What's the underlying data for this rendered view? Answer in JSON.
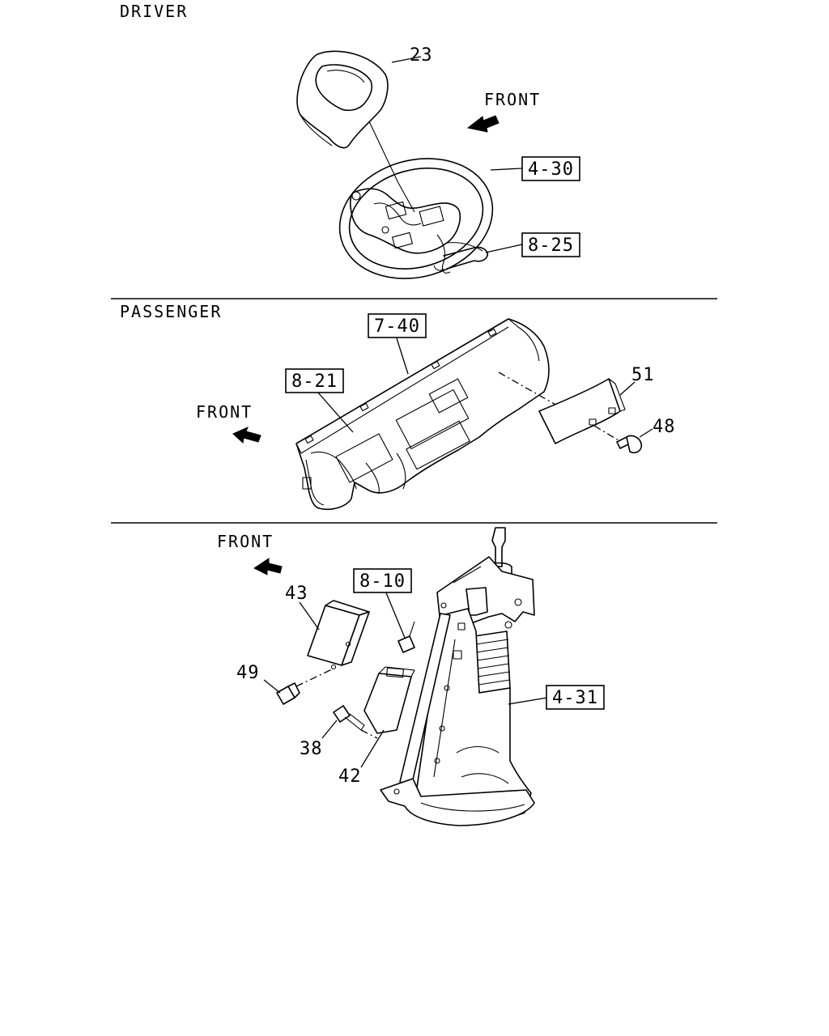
{
  "sections": {
    "driver": {
      "title": "DRIVER",
      "front_label": "FRONT",
      "callouts": {
        "c23": "23"
      },
      "refs": {
        "r430": "4-30",
        "r825": "8-25"
      }
    },
    "passenger": {
      "title": "PASSENGER",
      "front_label": "FRONT",
      "callouts": {
        "c51": "51",
        "c48": "48"
      },
      "refs": {
        "r740": "7-40",
        "r821": "8-21"
      }
    },
    "column": {
      "front_label": "FRONT",
      "callouts": {
        "c43": "43",
        "c49": "49",
        "c38": "38",
        "c42": "42"
      },
      "refs": {
        "r810": "8-10",
        "r431": "4-31"
      }
    }
  }
}
